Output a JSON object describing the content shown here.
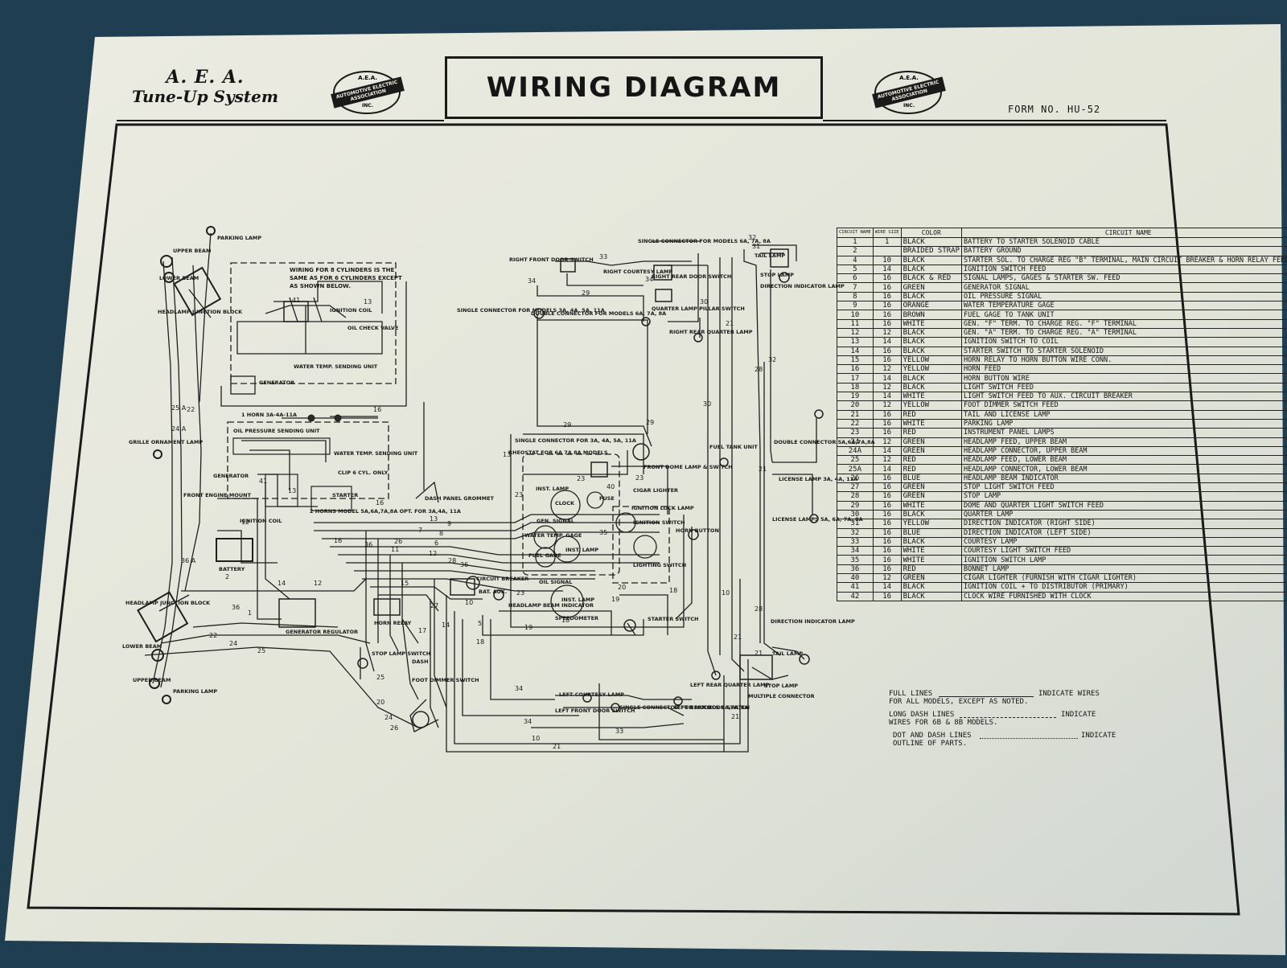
{
  "header": {
    "brand_line1": "A. E. A.",
    "brand_line2": "Tune-Up System",
    "title": "WIRING DIAGRAM",
    "form_no": "FORM NO. HU-52",
    "logo": {
      "top": "A.E.A.",
      "band_line1": "AUTOMOTIVE ELECTRIC",
      "band_line2": "ASSOCIATION",
      "bottom": "INC."
    }
  },
  "diagram": {
    "note_8cyl": [
      "WIRING FOR 8 CYLINDERS IS THE",
      "SAME AS FOR 6 CYLINDERS EXCEPT",
      "AS SHOWN BELOW."
    ],
    "labels": {
      "parking_lamp_top": "PARKING LAMP",
      "upper_beam_top": "UPPER BEAM",
      "lower_beam_top": "LOWER BEAM",
      "headlamp_junction_top": "HEADLAMP JUNCTION BLOCK",
      "ignition_coil_8": "IGNITION COIL",
      "oil_check_valve": "OIL CHECK VALVE",
      "water_temp_sending_8": "WATER TEMP. SENDING UNIT",
      "generator_8": "GENERATOR",
      "horn_label": "1 HORN 3A-4A-11A",
      "oil_pressure_sending": "OIL PRESSURE SENDING UNIT",
      "water_temp_sending_6": "WATER TEMP. SENDING UNIT",
      "clip_6cyl": "CLIP 6 CYL. ONLY",
      "grille_ornament": "GRILLE ORNAMENT LAMP",
      "generator_6": "GENERATOR",
      "front_engine_mount": "FRONT ENGINE MOUNT",
      "starter": "STARTER",
      "horns_note": "2 HORNS MODEL 5A,6A,7A,8A OPT. FOR 3A,4A, 11A",
      "ignition_coil_6": "IGNITION COIL",
      "battery": "BATTERY",
      "gen_regulator": "GENERATOR REGULATOR",
      "horn_relay": "HORN RELAY",
      "headlamp_junction_bottom": "HEADLAMP JUNCTION BLOCK",
      "lower_beam_bottom": "LOWER BEAM",
      "upper_beam_bottom": "UPPER BEAM",
      "parking_lamp_bottom": "PARKING LAMP",
      "stop_lamp_switch": "STOP LAMP SWITCH",
      "dash": "DASH",
      "foot_dimmer": "FOOT DIMMER SWITCH",
      "dash_grommet": "DASH PANEL GROMMET",
      "right_front_door": "RIGHT FRONT DOOR SWITCH",
      "right_courtesy": "RIGHT COURTESY LAMP",
      "single_connector_top": "SINGLE CONNECTOR FOR MODELS 6A, 7A, 8A",
      "right_rear_door": "RIGHT REAR DOOR SWITCH",
      "single_connector_left": "SINGLE CONNECTOR FOR MODELS 3A, 4A, 5A, 11A",
      "double_connector": "DOUBLE CONNECTOR FOR MODELS 6A, 7A, 8A",
      "quarter_lamp_switch": "QUARTER LAMP PILLAR SWITCH",
      "right_rear_quarter": "RIGHT REAR QUARTER LAMP",
      "single_connector_mid": "SINGLE CONNECTOR FOR 3A, 4A, 5A, 11A",
      "rheostat": "RHEOSTAT FOR 6A 7A 8A MODELS",
      "front_dome": "FRONT DOME LAMP & SWITCH",
      "inst_lamp_1": "INST. LAMP",
      "clock": "CLOCK",
      "fuse": "FUSE",
      "cigar_lighter": "CIGAR LIGHTER",
      "ignition_lock_lamp": "IGNITION LOCK LAMP",
      "ignition_switch": "IGNITION SWITCH",
      "gen_signal": "GEN. SIGNAL",
      "water_temp_gage": "WATER TEMP. GAGE",
      "inst_lamp_2": "INST. LAMP",
      "fuel_gage": "FUEL GAGE",
      "oil_signal": "OIL SIGNAL",
      "lighting_switch": "LIGHTING SWITCH",
      "horn_button": "HORN BUTTON",
      "circuit_breaker": "CIRCUIT BREAKER",
      "bat_aux": "BAT. AUX.",
      "headlamp_beam_ind": "HEADLAMP BEAM INDICATOR",
      "inst_lamp_3": "INST. LAMP",
      "speedometer": "SPEEDOMETER",
      "starter_switch": "STARTER SWITCH",
      "left_courtesy": "LEFT COURTESY LAMP",
      "left_front_door": "LEFT FRONT DOOR SWITCH",
      "single_connector_bottom": "SINGLE CONNECTOR FOR MODELS 6A,7A,8A",
      "left_rear_door": "LEFT REAR DOOR SWITCH",
      "fuel_tank_unit": "FUEL TANK UNIT",
      "left_rear_quarter": "LEFT REAR QUARTER LAMP",
      "tail_lamp_top": "TAIL LAMP",
      "stop_lamp_top": "STOP LAMP",
      "direction_ind_top": "DIRECTION INDICATOR LAMP",
      "double_connector_right": "DOUBLE CONNECTOR 5A,6A,7A,8A",
      "license_lamp": "LICENSE LAMP 3A, 4A, 11A",
      "license_lamps": "LICENSE LAMPS 5A, 6A, 7A, 8A",
      "direction_ind_bottom": "DIRECTION INDICATOR LAMP",
      "tail_lamp_bottom": "TAIL LAMP",
      "stop_lamp_bottom": "STOP LAMP",
      "multiple_connector": "MULTIPLE CONNECTOR"
    }
  },
  "circuit_table": {
    "headers": [
      "CIRCUIT NAME",
      "WIRE SIZE",
      "COLOR",
      "CIRCUIT NAME"
    ],
    "rows": [
      [
        "1",
        "1",
        "BLACK",
        "BATTERY TO STARTER SOLENOID CABLE"
      ],
      [
        "2",
        "",
        "BRAIDED STRAP",
        "BATTERY GROUND"
      ],
      [
        "4",
        "10",
        "BLACK",
        "STARTER SOL. TO CHARGE REG \"B\" TERMINAL, MAIN CIRCUIT BREAKER & HORN RELAY FEED."
      ],
      [
        "5",
        "14",
        "BLACK",
        "IGNITION SWITCH FEED"
      ],
      [
        "6",
        "16",
        "BLACK & RED",
        "SIGNAL LAMPS, GAGES & STARTER SW. FEED"
      ],
      [
        "7",
        "16",
        "GREEN",
        "GENERATOR SIGNAL"
      ],
      [
        "8",
        "16",
        "BLACK",
        "OIL PRESSURE SIGNAL"
      ],
      [
        "9",
        "16",
        "ORANGE",
        "WATER TEMPERATURE GAGE"
      ],
      [
        "10",
        "16",
        "BROWN",
        "FUEL GAGE TO TANK UNIT"
      ],
      [
        "11",
        "16",
        "WHITE",
        "GEN. \"F\" TERM. TO CHARGE REG. \"F\" TERMINAL"
      ],
      [
        "12",
        "12",
        "BLACK",
        "GEN. \"A\" TERM. TO CHARGE REG. \"A\" TERMINAL"
      ],
      [
        "13",
        "14",
        "BLACK",
        "IGNITION SWITCH TO COIL"
      ],
      [
        "14",
        "16",
        "BLACK",
        "STARTER SWITCH TO STARTER SOLENOID"
      ],
      [
        "15",
        "16",
        "YELLOW",
        "HORN RELAY TO HORN BUTTON WIRE CONN."
      ],
      [
        "16",
        "12",
        "YELLOW",
        "HORN FEED"
      ],
      [
        "17",
        "14",
        "BLACK",
        "HORN BUTTON WIRE"
      ],
      [
        "18",
        "12",
        "BLACK",
        "LIGHT SWITCH FEED"
      ],
      [
        "19",
        "14",
        "WHITE",
        "LIGHT SWITCH FEED TO AUX. CIRCUIT BREAKER"
      ],
      [
        "20",
        "12",
        "YELLOW",
        "FOOT DIMMER SWITCH FEED"
      ],
      [
        "21",
        "16",
        "RED",
        "TAIL AND LICENSE LAMP"
      ],
      [
        "22",
        "16",
        "WHITE",
        "PARKING LAMP"
      ],
      [
        "23",
        "16",
        "RED",
        "INSTRUMENT PANEL LAMPS"
      ],
      [
        "24",
        "12",
        "GREEN",
        "HEADLAMP FEED, UPPER BEAM"
      ],
      [
        "24A",
        "14",
        "GREEN",
        "HEADLAMP CONNECTOR, UPPER BEAM"
      ],
      [
        "25",
        "12",
        "RED",
        "HEADLAMP FEED, LOWER BEAM"
      ],
      [
        "25A",
        "14",
        "RED",
        "HEADLAMP CONNECTOR, LOWER BEAM"
      ],
      [
        "26",
        "16",
        "BLUE",
        "HEADLAMP BEAM INDICATOR"
      ],
      [
        "27",
        "16",
        "GREEN",
        "STOP LIGHT SWITCH FEED"
      ],
      [
        "28",
        "16",
        "GREEN",
        "STOP LAMP"
      ],
      [
        "29",
        "16",
        "WHITE",
        "DOME AND QUARTER LIGHT SWITCH FEED"
      ],
      [
        "30",
        "16",
        "BLACK",
        "QUARTER LAMP"
      ],
      [
        "31",
        "16",
        "YELLOW",
        "DIRECTION INDICATOR (RIGHT SIDE)"
      ],
      [
        "32",
        "16",
        "BLUE",
        "DIRECTION INDICATOR (LEFT SIDE)"
      ],
      [
        "33",
        "16",
        "BLACK",
        "COURTESY LAMP"
      ],
      [
        "34",
        "16",
        "WHITE",
        "COURTESY LIGHT SWITCH FEED"
      ],
      [
        "35",
        "16",
        "WHITE",
        "IGNITION SWITCH LAMP"
      ],
      [
        "36",
        "16",
        "RED",
        "BONNET LAMP"
      ],
      [
        "40",
        "12",
        "GREEN",
        "CIGAR LIGHTER (FURNISH WITH CIGAR LIGHTER)"
      ],
      [
        "41",
        "14",
        "BLACK",
        "IGNITION COIL + TO DISTRIBUTOR (PRIMARY)"
      ],
      [
        "42",
        "16",
        "BLACK",
        "CLOCK WIRE FURNISHED WITH CLOCK"
      ]
    ]
  },
  "legend": {
    "full_a": "FULL LINES",
    "full_b": "INDICATE WIRES",
    "full_c": "FOR ALL MODELS, EXCEPT AS NOTED.",
    "long_a": "LONG DASH LINES",
    "long_b": "INDICATE",
    "long_c": "WIRES FOR 6B & 8B MODELS.",
    "dot_a": "DOT AND DASH LINES",
    "dot_b": "INDICATE",
    "dot_c": "OUTLINE OF PARTS."
  },
  "colors": {
    "background": "#1f3e52",
    "paper": "#e6e7dc",
    "ink": "#1a1a1a"
  }
}
